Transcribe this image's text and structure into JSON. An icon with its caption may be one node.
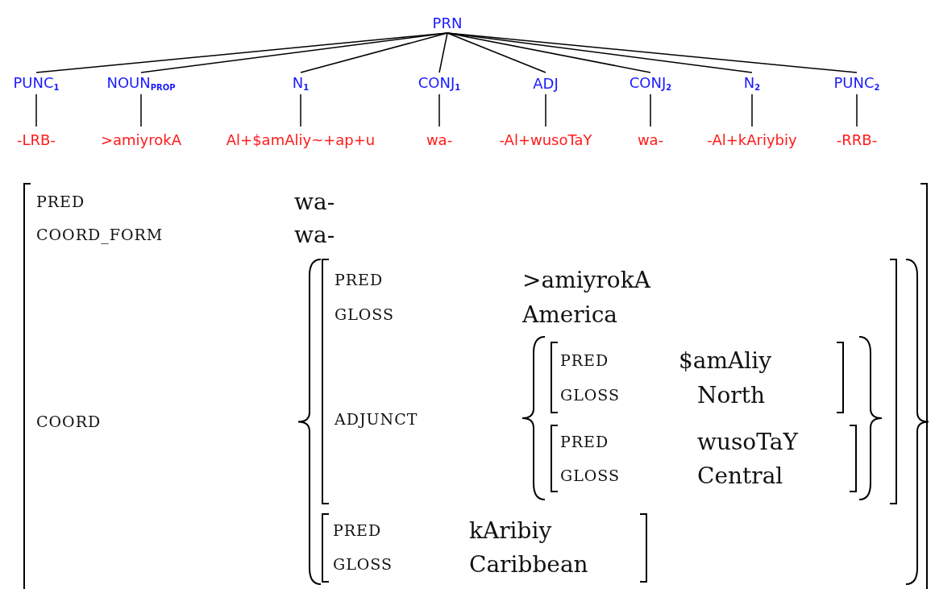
{
  "diagram": {
    "nodes": [
      {
        "text": [
          "PRN"
        ]
      },
      {
        "text": [
          "PUNC$_{1}$"
        ]
      },
      {
        "text": [
          "NOUN$_{PROP}$"
        ]
      },
      {
        "text": [
          "N$_{1}$"
        ]
      },
      {
        "text": [
          "CONJ$_{1}$"
        ]
      },
      {
        "text": [
          "ADJ"
        ]
      },
      {
        "text": [
          "CONJ$_{2}$"
        ]
      },
      {
        "text": [
          "N$_{2}$"
        ]
      },
      {
        "text": [
          "PUNC$_{2}$"
        ]
      },
      {
        "text": [
          "-LRB-"
        ]
      },
      {
        "text": [
          ">amiyrokA"
        ]
      },
      {
        "text": [
          "Al+$amAliy~+ap+u"
        ]
      },
      {
        "text": [
          "wa-"
        ]
      },
      {
        "text": [
          "-Al+wusoTaY"
        ]
      },
      {
        "text": [
          "wa-"
        ]
      },
      {
        "text": [
          "-Al+kAriybiy"
        ]
      },
      {
        "text": [
          "-RRB-"
        ]
      }
    ],
    "edges": [
      {
        "from": 0,
        "to": 1,
        "arrow": "none"
      },
      {
        "from": 0,
        "to": 2,
        "arrow": "none"
      },
      {
        "from": 0,
        "to": 3,
        "arrow": "none"
      },
      {
        "from": 0,
        "to": 4,
        "arrow": "none"
      },
      {
        "from": 0,
        "to": 5,
        "arrow": "none"
      },
      {
        "from": 0,
        "to": 6,
        "arrow": "none"
      },
      {
        "from": 0,
        "to": 7,
        "arrow": "none"
      },
      {
        "from": 0,
        "to": 8,
        "arrow": "none"
      },
      {
        "from": 1,
        "to": 9,
        "arrow": "none"
      },
      {
        "from": 2,
        "to": 10,
        "arrow": "none"
      },
      {
        "from": 3,
        "to": 11,
        "arrow": "none"
      },
      {
        "from": 4,
        "to": 12,
        "arrow": "none"
      },
      {
        "from": 5,
        "to": 13,
        "arrow": "none"
      },
      {
        "from": 6,
        "to": 14,
        "arrow": "none"
      },
      {
        "from": 7,
        "to": 15,
        "arrow": "none"
      },
      {
        "from": 8,
        "to": 16,
        "arrow": "none"
      }
    ],
    "labels": [
      "PRED",
      "wa-",
      "COORD_FORM",
      "wa-",
      "COORD",
      "PRED",
      ">amiyrokA",
      "GLOSS",
      "America",
      "ADJUNCT",
      "PRED",
      "$amAliy",
      "GLOSS",
      "North",
      "PRED",
      "wusoTaY",
      "GLOSS",
      "Central",
      "PRED",
      "kAribiy",
      "GLOSS",
      "Caribbean"
    ]
  }
}
